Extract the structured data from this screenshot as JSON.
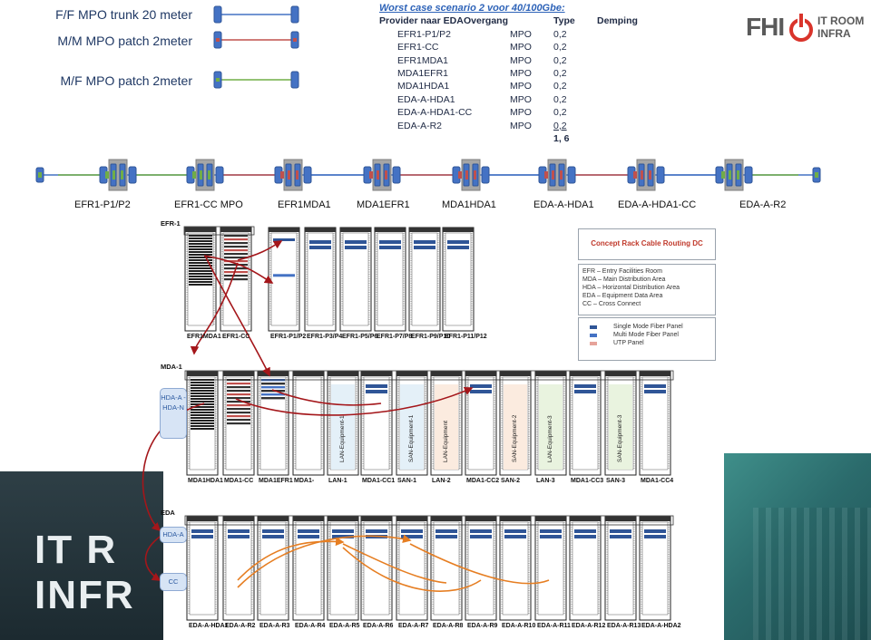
{
  "legend": {
    "items": [
      {
        "label": "F/F MPO trunk 20 meter",
        "color": "#4472c4"
      },
      {
        "label": "M/M MPO patch 2meter",
        "color": "#c0504d"
      },
      {
        "label": "M/F MPO patch 2meter",
        "color": "#70ad47"
      }
    ]
  },
  "table": {
    "title": "Worst case scenario 2 voor 40/100Gbe:",
    "headers": {
      "provider": "Provider naar EDA",
      "overgang": "Overgang",
      "type": "Type",
      "demping": "Demping"
    },
    "rows": [
      {
        "name": "EFR1-P1/P2",
        "type": "MPO",
        "value": "0,2"
      },
      {
        "name": "EFR1-CC",
        "type": "MPO",
        "value": "0,2"
      },
      {
        "name": "EFR1MDA1",
        "type": "MPO",
        "value": "0,2"
      },
      {
        "name": "MDA1EFR1",
        "type": "MPO",
        "value": "0,2"
      },
      {
        "name": "MDA1HDA1",
        "type": "MPO",
        "value": "0,2"
      },
      {
        "name": "EDA-A-HDA1",
        "type": "MPO",
        "value": "0,2"
      },
      {
        "name": "EDA-A-HDA1-CC",
        "type": "MPO",
        "value": "0,2"
      },
      {
        "name": "EDA-A-R2",
        "type": "MPO",
        "value": "0,2"
      }
    ],
    "total": "1, 6"
  },
  "logo": {
    "brand": "FHI",
    "line1": "IT ROOM",
    "line2": "INFRA"
  },
  "chain": {
    "hops": [
      "EFR1-P1/P2",
      "EFR1-CC MPO",
      "EFR1MDA1",
      "MDA1EFR1",
      "MDA1HDA1",
      "EDA-A-HDA1",
      "EDA-A-HDA1-CC",
      "EDA-A-R2"
    ]
  },
  "floorplan": {
    "efr": {
      "section": "EFR-1",
      "racks": [
        "EFR1MDA1",
        "EFR1-CC",
        "EFR1-P1/P2",
        "EFR1-P3/P4",
        "EFR1-P5/P6",
        "EFR1-P7/P8",
        "EFR1-P9/P10",
        "EFR1-P11/P12"
      ]
    },
    "mda": {
      "section": "MDA-1",
      "side_tag": "HDA-A - HDA-N",
      "racks": [
        "MDA1HDA1",
        "MDA1-CC",
        "MDA1EFR1",
        "MDA1-",
        "LAN-1",
        "MDA1-CC1",
        "SAN-1",
        "LAN-2",
        "MDA1-CC2",
        "SAN-2",
        "LAN-3",
        "MDA1-CC3",
        "SAN-3",
        "MDA1-CC4"
      ],
      "panel_texts": [
        "LAN-Equipment-1",
        "SAN-Equipment-1",
        "LAN-Equipment",
        "SAN-Equipment-2",
        "LAN-Equipment-3",
        "SAN-Equipment-3"
      ]
    },
    "eda": {
      "section": "EDA",
      "side_tag_top": "HDA-A",
      "side_tag_cc": "CC",
      "racks": [
        "EDA-A-HDA1",
        "EDA-A-R2",
        "EDA-A-R3",
        "EDA-A-R4",
        "EDA-A-R5",
        "EDA-A-R6",
        "EDA-A-R7",
        "EDA-A-R8",
        "EDA-A-R9",
        "EDA-A-R10",
        "EDA-A-R11",
        "EDA-A-R12",
        "EDA-A-R13",
        "EDA-A-HDA2"
      ]
    },
    "concept_title": "Concept Rack Cable Routing DC",
    "abbreviations": [
      "EFR – Entry Facilities Room",
      "MDA – Main Distribution Area",
      "HDA – Horizontal Distribution Area",
      "EDA – Equipment Data Area",
      "CC – Cross Connect"
    ],
    "panel_legend": [
      {
        "label": "Single Mode Fiber Panel",
        "color": "#2f5597"
      },
      {
        "label": "Multi Mode Fiber Panel",
        "color": "#4472c4"
      },
      {
        "label": "UTP Panel",
        "color": "#e6a39a"
      }
    ]
  },
  "watermark": {
    "line1": "IT R",
    "line2": "INFR"
  }
}
